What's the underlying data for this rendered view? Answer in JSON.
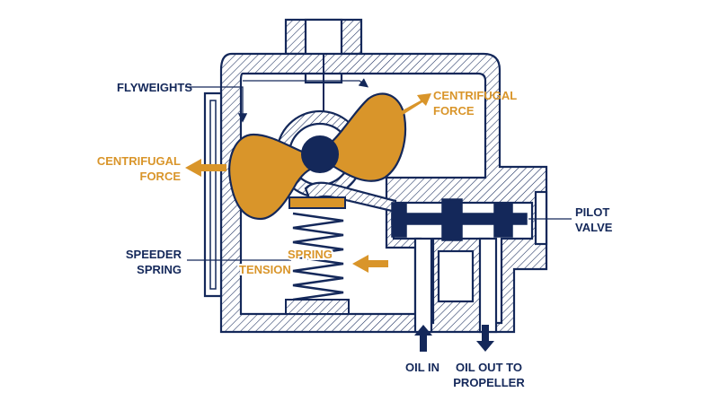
{
  "labels": {
    "flyweights": "FLYWEIGHTS",
    "centrifugal_right_1": "CENTRIFUGAL",
    "centrifugal_right_2": "FORCE",
    "centrifugal_left_1": "CENTRIFUGAL",
    "centrifugal_left_2": "FORCE",
    "pilot_1": "PILOT",
    "pilot_2": "VALVE",
    "speeder_1": "SPEEDER",
    "speeder_2": "SPRING",
    "spring_1": "SPRING",
    "spring_2": "TENSION",
    "oil_in": "OIL IN",
    "oil_out_1": "OIL OUT TO",
    "oil_out_2": "PROPELLER"
  },
  "colors": {
    "navy": "#14285a",
    "gold": "#d9952a",
    "hatch": "#14285a",
    "background": "#ffffff"
  }
}
